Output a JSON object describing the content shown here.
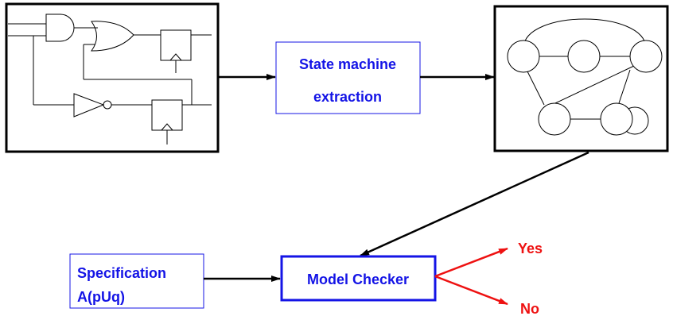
{
  "diagram": {
    "state_machine_box": {
      "line1": "State machine",
      "line2": "extraction"
    },
    "specification_box": {
      "line1": "Specification",
      "line2": "A(pUq)"
    },
    "model_checker_box": {
      "label": "Model Checker"
    },
    "outputs": {
      "yes": "Yes",
      "no": "No"
    },
    "colors": {
      "label_blue": "#1414e6",
      "output_red": "#ee1111",
      "line": "#000000"
    }
  }
}
